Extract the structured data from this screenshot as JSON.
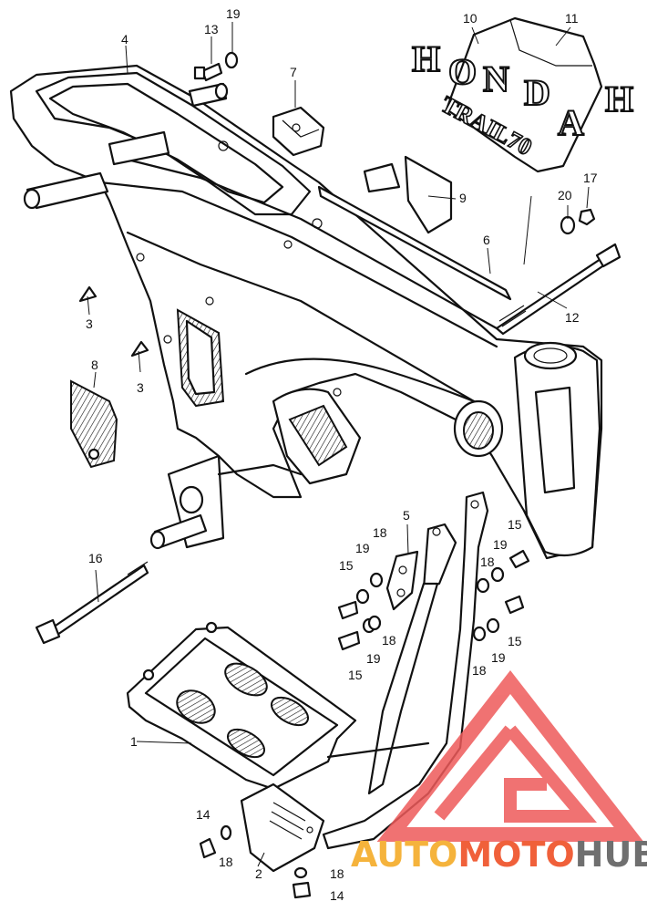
{
  "diagram": {
    "callouts": [
      {
        "id": "c1",
        "text": "1"
      },
      {
        "id": "c2",
        "text": "2"
      },
      {
        "id": "c3a",
        "text": "3"
      },
      {
        "id": "c3b",
        "text": "3"
      },
      {
        "id": "c4",
        "text": "4"
      },
      {
        "id": "c5",
        "text": "5"
      },
      {
        "id": "c6",
        "text": "6"
      },
      {
        "id": "c7",
        "text": "7"
      },
      {
        "id": "c8",
        "text": "8"
      },
      {
        "id": "c9",
        "text": "9"
      },
      {
        "id": "c10",
        "text": "10"
      },
      {
        "id": "c11",
        "text": "11"
      },
      {
        "id": "c12",
        "text": "12"
      },
      {
        "id": "c13",
        "text": "13"
      },
      {
        "id": "c14a",
        "text": "14"
      },
      {
        "id": "c14b",
        "text": "14"
      },
      {
        "id": "c15a",
        "text": "15"
      },
      {
        "id": "c15b",
        "text": "15"
      },
      {
        "id": "c15c",
        "text": "15"
      },
      {
        "id": "c15d",
        "text": "15"
      },
      {
        "id": "c16",
        "text": "16"
      },
      {
        "id": "c17",
        "text": "17"
      },
      {
        "id": "c18a",
        "text": "18"
      },
      {
        "id": "c18b",
        "text": "18"
      },
      {
        "id": "c18c",
        "text": "18"
      },
      {
        "id": "c18d",
        "text": "18"
      },
      {
        "id": "c18e",
        "text": "18"
      },
      {
        "id": "c18f",
        "text": "18"
      },
      {
        "id": "c19a",
        "text": "19"
      },
      {
        "id": "c19b",
        "text": "19"
      },
      {
        "id": "c19c",
        "text": "19"
      },
      {
        "id": "c19d",
        "text": "19"
      },
      {
        "id": "c19e",
        "text": "19"
      },
      {
        "id": "c20",
        "text": "20"
      }
    ],
    "emblem": {
      "brand_letters": [
        "H",
        "O",
        "N",
        "D",
        "A",
        "H"
      ],
      "model_text": "TRAIL70"
    }
  },
  "watermark": {
    "part1": "AUTO",
    "part2": "MOTO",
    "part3": "HUB",
    "colors": {
      "auto": "#f5b33c",
      "moto": "#f0603a",
      "hub": "#6f6f6f",
      "triangle": "#ee5a5a"
    }
  }
}
